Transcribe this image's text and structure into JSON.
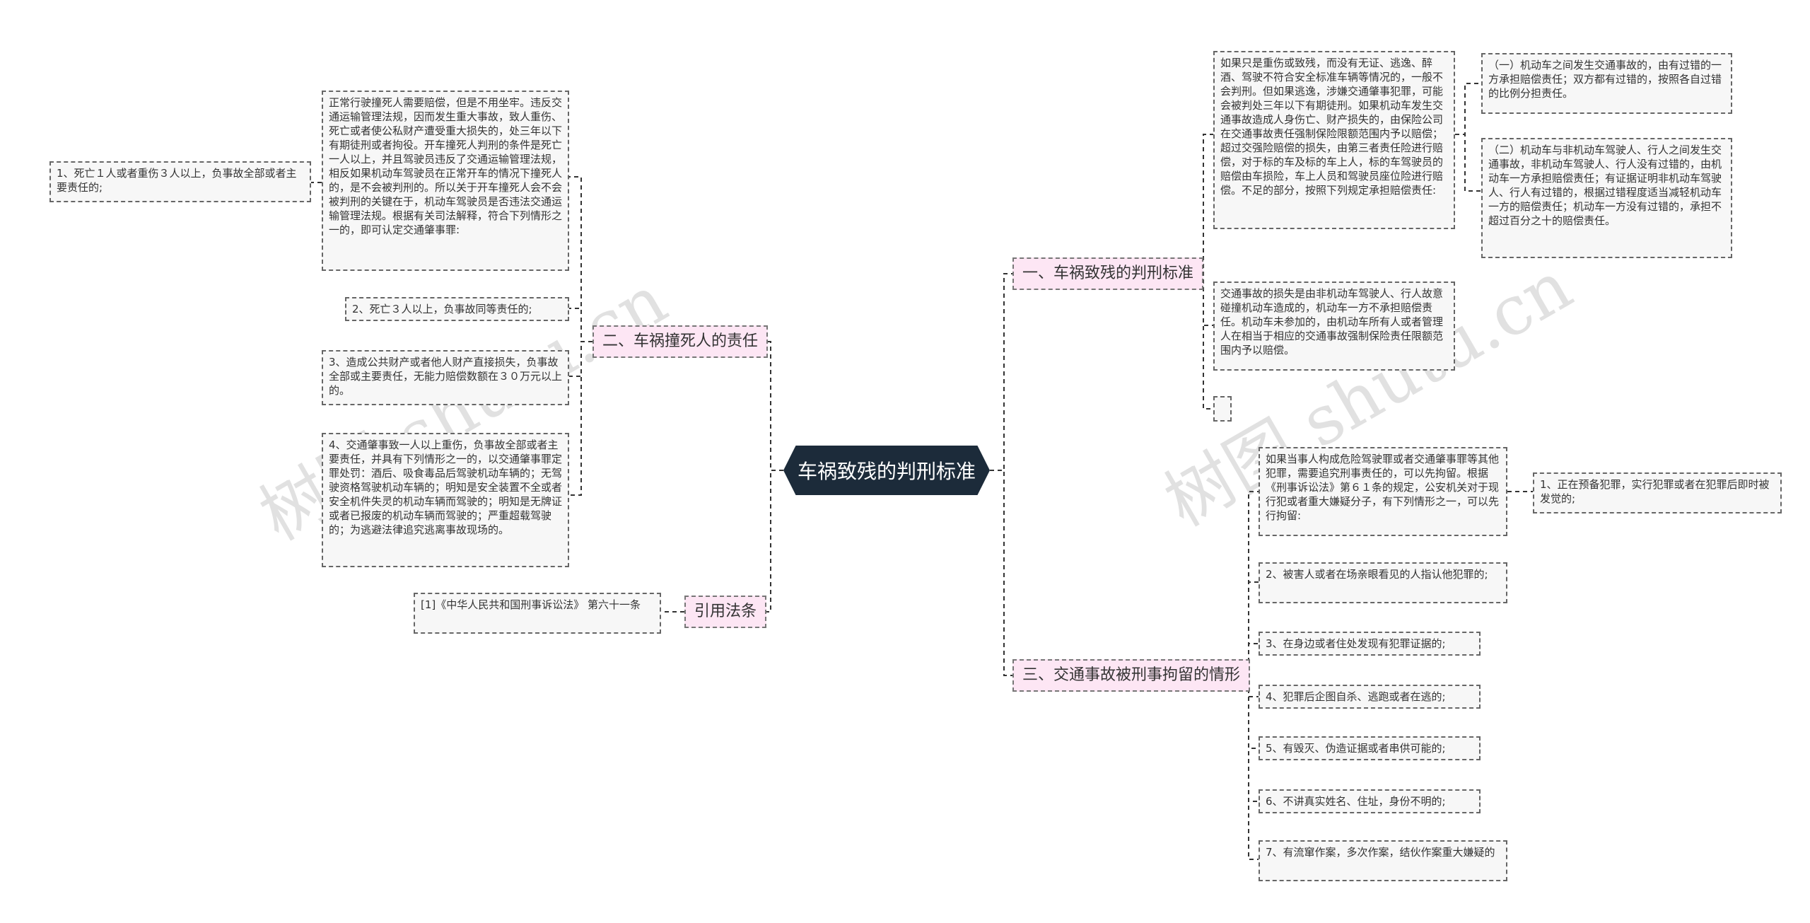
{
  "root": "车祸致残的判刑标准",
  "left": {
    "b2": {
      "label": "二、车祸撞死人的责任",
      "intro": "正常行驶撞死人需要赔偿，但是不用坐牢。违反交通运输管理法规，因而发生重大事故，致人重伤、死亡或者使公私财产遭受重大损失的，处三年以下有期徒刑或者拘役。开车撞死人判刑的条件是死亡一人以上，并且驾驶员违反了交通运输管理法规，相反如果机动车驾驶员在正常开车的情况下撞死人的，是不会被判刑的。所以关于开车撞死人会不会被判刑的关键在于，机动车驾驶员是否违法交通运输管理法规。根据有关司法解释，符合下列情形之一的，即可认定交通肇事罪:",
      "intro_child": "1、死亡１人或者重伤３人以上，负事故全部或者主要责任的;",
      "item2": "2、死亡３人以上，负事故同等责任的;",
      "item3": "3、造成公共财产或者他人财产直接损失，负事故全部或主要责任，无能力赔偿数额在３０万元以上的。",
      "item4": "4、交通肇事致一人以上重伤，负事故全部或者主要责任，并具有下列情形之一的，以交通肇事罪定罪处罚：酒后、吸食毒品后驾驶机动车辆的；无驾驶资格驾驶机动车辆的；明知是安全装置不全或者安全机件失灵的机动车辆而驾驶的；明知是无牌证或者已报废的机动车辆而驾驶的；严重超载驾驶的；为逃避法律追究逃离事故现场的。"
    },
    "cite": {
      "label": "引用法条",
      "item": "[1]《中华人民共和国刑事诉讼法》 第六十一条"
    }
  },
  "right": {
    "b1": {
      "label": "一、车祸致残的判刑标准",
      "para1": "如果只是重伤或致残，而没有无证、逃逸、醉酒、驾驶不符合安全标准车辆等情况的，一般不会判刑。但如果逃逸，涉嫌交通肇事犯罪，可能会被判处三年以下有期徒刑。如果机动车发生交通事故造成人身伤亡、财产损失的，由保险公司在交通事故责任强制保险限额范围内予以赔偿；超过交强险赔偿的损失，由第三者责任险进行赔偿，对于标的车及标的车上人，标的车驾驶员的赔偿由车损险，车上人员和驾驶员座位险进行赔偿。不足的部分，按照下列规定承担赔偿责任:",
      "para1_c1": "（一）机动车之间发生交通事故的，由有过错的一方承担赔偿责任；双方都有过错的，按照各自过错的比例分担责任。",
      "para1_c2": "（二）机动车与非机动车驾驶人、行人之间发生交通事故，非机动车驾驶人、行人没有过错的，由机动车一方承担赔偿责任；有证据证明非机动车驾驶人、行人有过错的，根据过错程度适当减轻机动车一方的赔偿责任；机动车一方没有过错的，承担不超过百分之十的赔偿责任。",
      "para2": "交通事故的损失是由非机动车驾驶人、行人故意碰撞机动车造成的，机动车一方不承担赔偿责任。机动车未参加的，由机动车所有人或者管理人在相当于相应的交通事故强制保险责任限额范围内予以赔偿。",
      "empty": ""
    },
    "b3": {
      "label": "三、交通事故被刑事拘留的情形",
      "item1": "如果当事人构成危险驾驶罪或者交通肇事罪等其他犯罪，需要追究刑事责任的，可以先拘留。根据《刑事诉讼法》第６１条的规定，公安机关对于现行犯或者重大嫌疑分子，有下列情形之一，可以先行拘留:",
      "item1_child": "1、正在预备犯罪，实行犯罪或者在犯罪后即时被发觉的;",
      "item2": "2、被害人或者在场亲眼看见的人指认他犯罪的;",
      "item3": "3、在身边或者住处发现有犯罪证据的;",
      "item4": "4、犯罪后企图自杀、逃跑或者在逃的;",
      "item5": "5、有毁灭、伪造证据或者串供可能的;",
      "item6": "6、不讲真实姓名、住址，身份不明的;",
      "item7": "7、有流窜作案，多次作案，结伙作案重大嫌疑的"
    }
  },
  "watermark": [
    "树图 shutu.cn",
    "树图 shutu.cn"
  ]
}
